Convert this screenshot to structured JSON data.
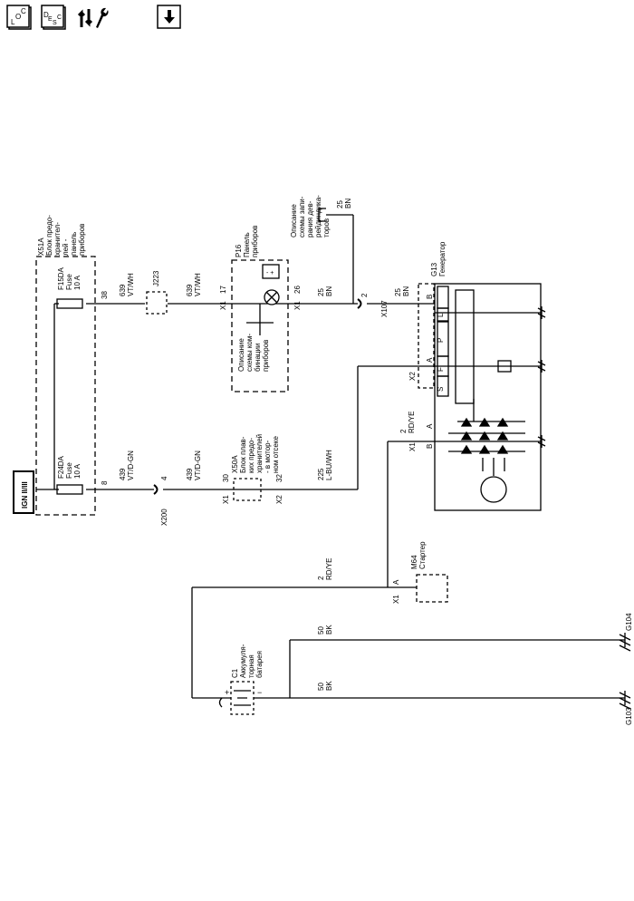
{
  "toolbar": {
    "loc_button": {
      "t1": "L",
      "t2": "O",
      "t3": "C"
    },
    "desc_button": {
      "t1": "D",
      "t2": "E",
      "t3": "S",
      "t4": "C"
    },
    "tools_icon": "wrench-arrows-icon",
    "down_icon": "arrow-down-icon"
  },
  "labels": {
    "ign": "IGN II/III",
    "x51a": {
      "id": "X51A",
      "l1": "Блок предо-",
      "l2": "хранител-",
      "l3": "лей -",
      "l4": "панель",
      "l5": "приборов"
    },
    "f15da": {
      "id": "F15DA",
      "l1": "Fuse",
      "l2": "10 A"
    },
    "f24da": {
      "id": "F24DA",
      "l1": "Fuse",
      "l2": "10 A"
    },
    "pin38": "38",
    "pin8": "8",
    "w639a": {
      "n": "639",
      "c": "VT/WH"
    },
    "w639b": {
      "n": "639",
      "c": "VT/WH"
    },
    "w439a": {
      "n": "439",
      "c": "VT/D-GN"
    },
    "w439b": {
      "n": "439",
      "c": "VT/D-GN"
    },
    "j223": "J223",
    "x200": "X200",
    "pin4": "4",
    "p16": {
      "id": "P16",
      "l1": "Панель",
      "l2": "приборов"
    },
    "x1_17": {
      "c": "X1",
      "p": "17"
    },
    "x1_26": {
      "c": "X1",
      "p": "26"
    },
    "desc_cluster": {
      "l1": "Описание",
      "l2": "схемы ком-",
      "l3": "бинации",
      "l4": "приборов"
    },
    "w25a": {
      "n": "25",
      "c": "BN"
    },
    "w25b": {
      "n": "25",
      "c": "BN"
    },
    "w25c": {
      "n": "25",
      "c": "BN"
    },
    "desc_indicators": {
      "l1": "Описание",
      "l2": "схемы запи-",
      "l3": "рания дев-",
      "l4": "рейдиндика-",
      "l5": "торов"
    },
    "x107": "X107",
    "pin2": "2",
    "g13": {
      "id": "G13",
      "l1": "Генератор"
    },
    "x2": "X2",
    "x1g": "X1",
    "pinB1": "B",
    "pinL": "L",
    "pinP": "P",
    "pinA1": "A",
    "pinF": "F",
    "pinS": "S",
    "pinA2": "A",
    "pinB2": "B",
    "x50a": {
      "id": "X50A",
      "l1": "Блок плав-",
      "l2": "ких предо-",
      "l3": "хранителей",
      "l4": "- в мотор-",
      "l5": "ном отсеке"
    },
    "x1_30": {
      "c": "X1",
      "p": "30"
    },
    "x2_32": {
      "c": "X2",
      "p": "32"
    },
    "w225": {
      "n": "225",
      "c": "L-BU/WH"
    },
    "w2a": {
      "n": "2",
      "c": "RD/YE"
    },
    "w2b": {
      "n": "2",
      "c": "RD/YE"
    },
    "m64": {
      "id": "M64",
      "l1": "Стартер"
    },
    "x1m": "X1",
    "pinAm": "A",
    "c1": {
      "id": "C1",
      "l1": "Аккумуля-",
      "l2": "торная",
      "l3": "батарея"
    },
    "plus": "+",
    "minus": "−",
    "w50a": {
      "n": "50",
      "c": "BK"
    },
    "w50b": {
      "n": "50",
      "c": "BK"
    },
    "g103": "G103",
    "g104": "G104"
  }
}
